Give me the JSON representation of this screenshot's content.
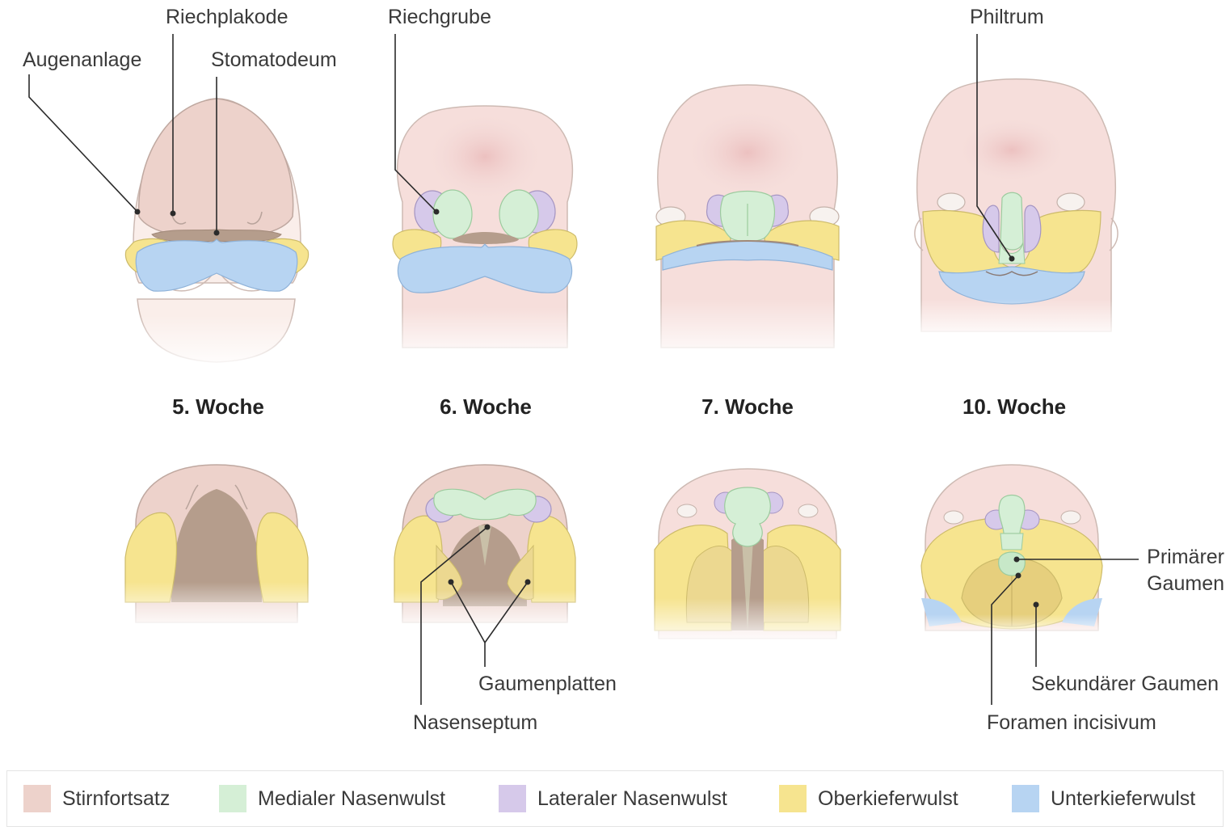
{
  "colors": {
    "stirnfortsatz": "#edd2cb",
    "medial": "#d5efd6",
    "lateral": "#d6c9ea",
    "oberkiefer": "#f6e48f",
    "unterkiefer": "#b7d4f2",
    "cavity": "#b59d8c",
    "outline": "#b8a39b",
    "line": "#2b2b2b"
  },
  "labels": {
    "augenanlage": "Augenanlage",
    "riechplakode": "Riechplakode",
    "stomatodeum": "Stomatodeum",
    "riechgrube": "Riechgrube",
    "philtrum": "Philtrum",
    "gaumenplatten": "Gaumenplatten",
    "nasenseptum": "Nasenseptum",
    "primaerer_gaumen": "Primärer Gaumen",
    "sekundaerer_gaumen": "Sekundärer Gaumen",
    "foramen_incisivum": "Foramen incisivum"
  },
  "weeks": [
    "5. Woche",
    "6. Woche",
    "7. Woche",
    "10. Woche"
  ],
  "legend": [
    {
      "label": "Stirnfortsatz",
      "color": "#edd2cb"
    },
    {
      "label": "Medialer Nasenwulst",
      "color": "#d5efd6"
    },
    {
      "label": "Lateraler Nasenwulst",
      "color": "#d6c9ea"
    },
    {
      "label": "Oberkieferwulst",
      "color": "#f6e48f"
    },
    {
      "label": "Unterkieferwulst",
      "color": "#b7d4f2"
    }
  ]
}
